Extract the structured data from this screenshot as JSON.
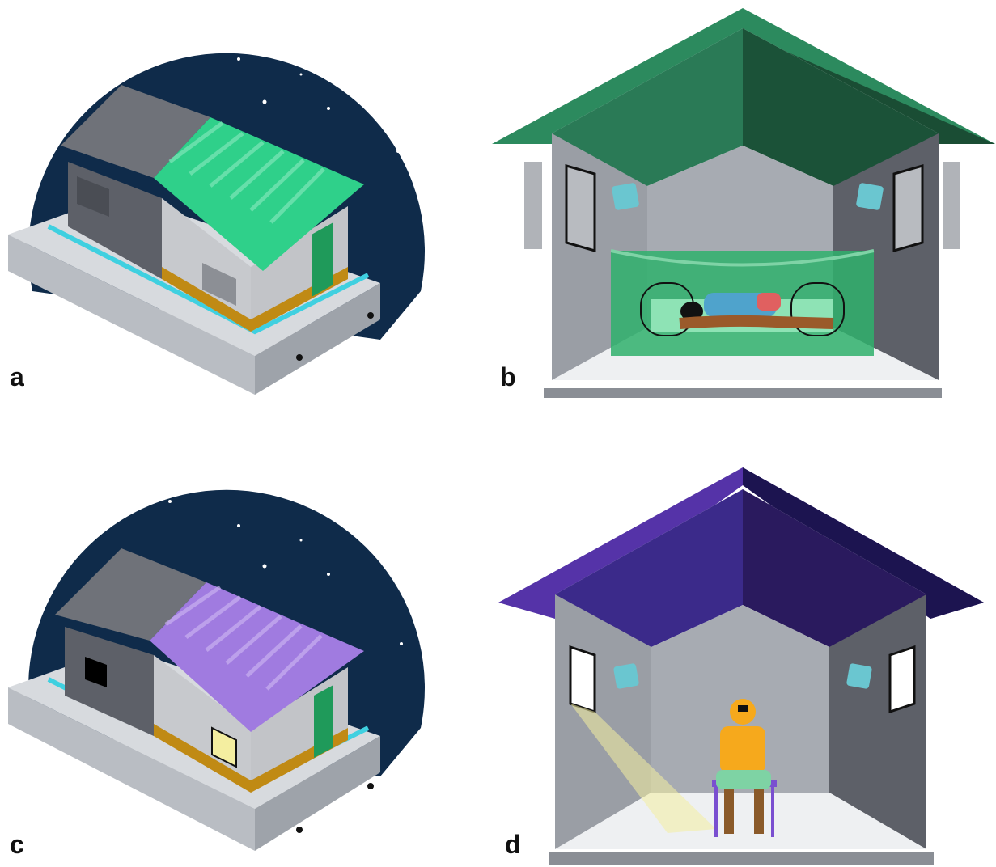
{
  "panels": {
    "a": {
      "label": "a",
      "roof_color": "#2fd08a"
    },
    "b": {
      "label": "b",
      "roof_color": "#1b6b45"
    },
    "c": {
      "label": "c",
      "roof_color": "#a07be0"
    },
    "d": {
      "label": "d",
      "roof_color": "#3b2a8a"
    }
  },
  "colors": {
    "night_sky": "#0f2b4a",
    "wall_gray": "#9a9ea5",
    "wall_dark": "#5d6068",
    "plinth": "#c9cdd3",
    "water": "#3fd0e0",
    "door": "#1f9a5a",
    "net": "#2fb06c",
    "lamp_light": "#f4eea0"
  }
}
